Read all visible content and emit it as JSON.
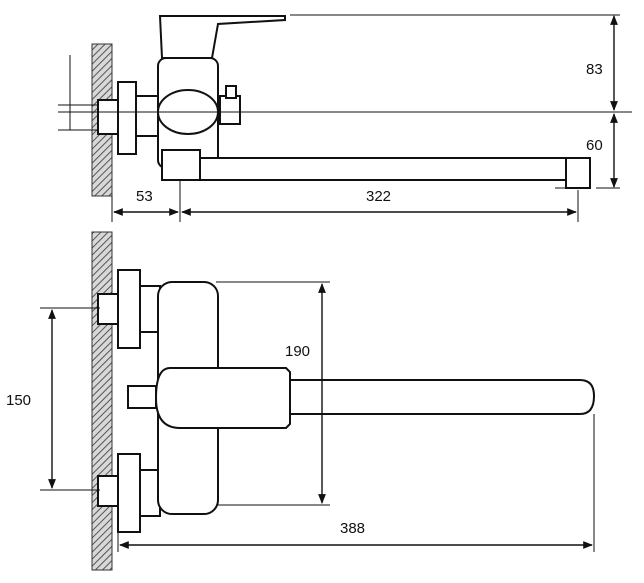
{
  "dimensions": {
    "top_height_upper": "83",
    "top_height_lower": "60",
    "top_wall_offset": "53",
    "top_spout_length": "322",
    "bottom_body_height": "190",
    "bottom_center_distance": "150",
    "bottom_total_length": "388"
  },
  "colors": {
    "line": "#111111",
    "hatch": "#555555",
    "background": "#ffffff"
  }
}
